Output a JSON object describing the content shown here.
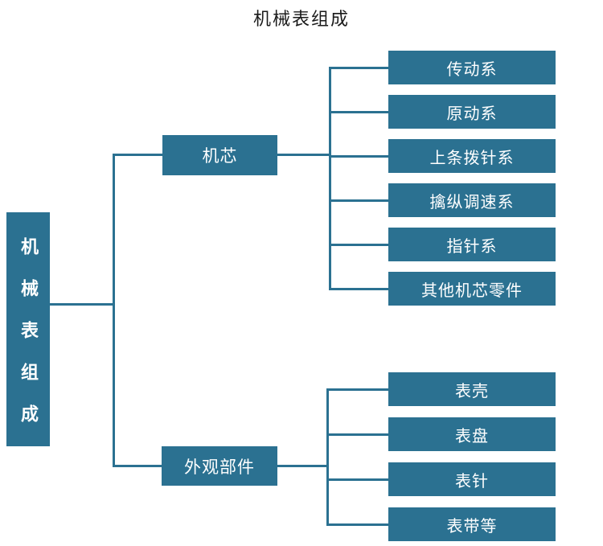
{
  "title": "机械表组成",
  "colors": {
    "node_fill": "#2b7191",
    "line": "#2b7191",
    "node_text": "#ffffff",
    "title_text": "#1a1a1a"
  },
  "root": {
    "label": "机械表组成"
  },
  "branches": [
    {
      "label": "机芯",
      "children": [
        "传动系",
        "原动系",
        "上条拨针系",
        "擒纵调速系",
        "指针系",
        "其他机芯零件"
      ]
    },
    {
      "label": "外观部件",
      "children": [
        "表壳",
        "表盘",
        "表针",
        "表带等"
      ]
    }
  ]
}
